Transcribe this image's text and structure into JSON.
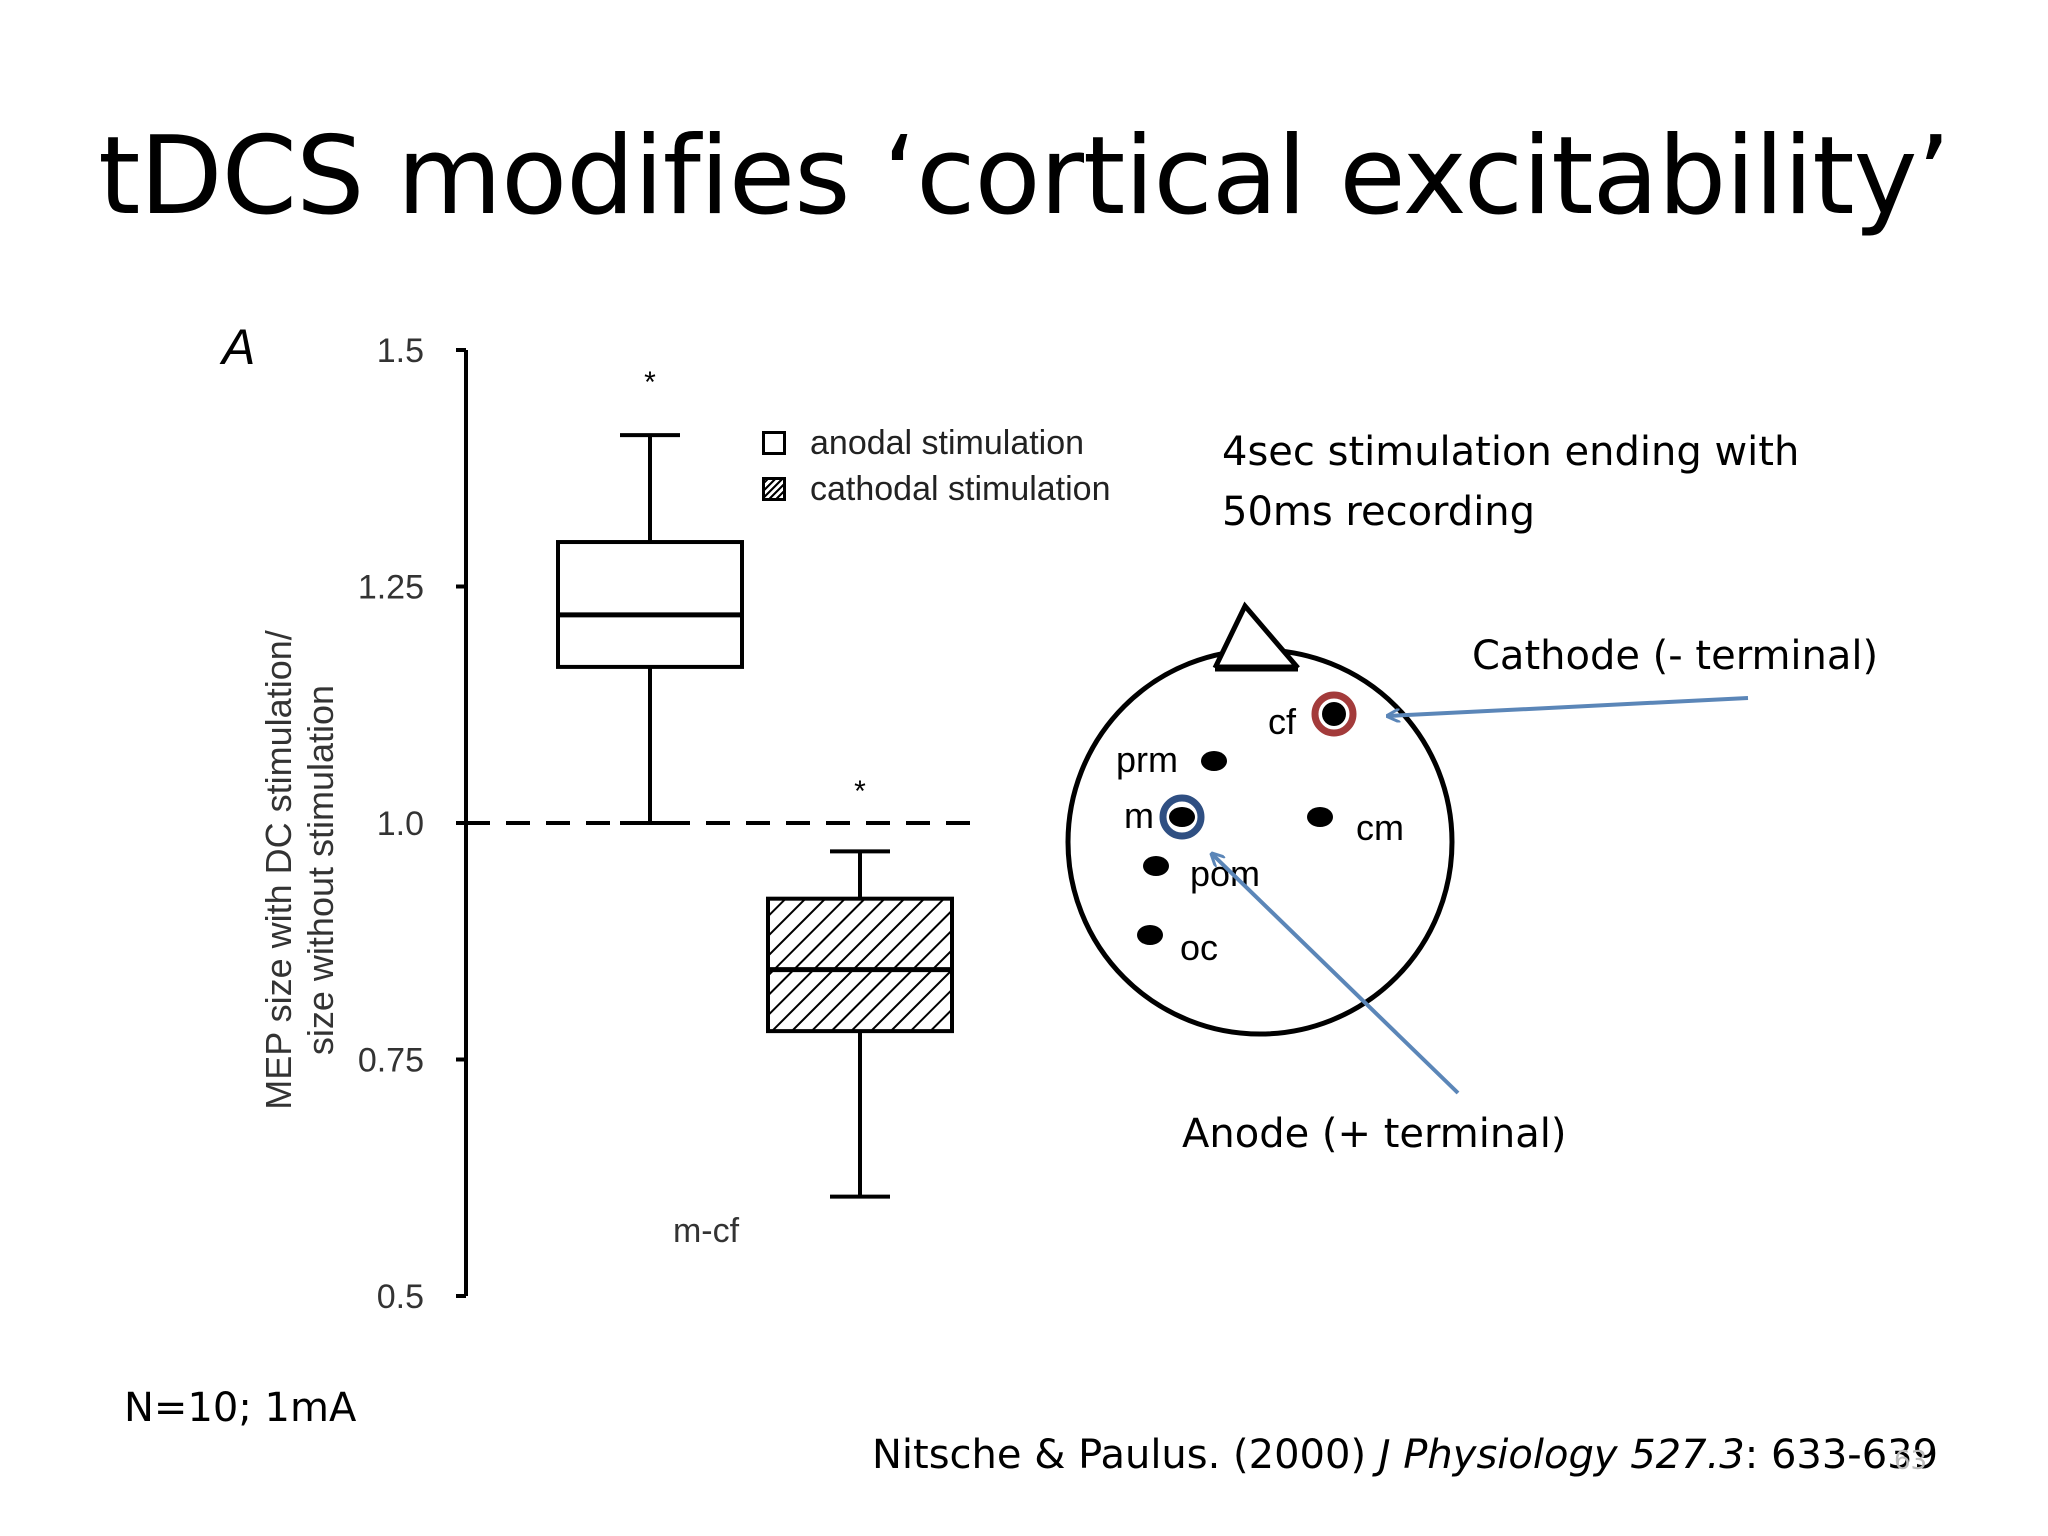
{
  "slide": {
    "title": "tDCS modifies ‘cortical excitability’",
    "panel_letter": "A",
    "stimulation_note": [
      "4sec stimulation ending with",
      "50ms recording"
    ],
    "cathode_label": "Cathode (- terminal)",
    "anode_label": "Anode (+ terminal)",
    "sample_note": "N=10; 1mA",
    "reference": {
      "authors_year": "Nitsche & Paulus. (2000) ",
      "journal": "J Physiology 527.3",
      "pages": ": 633-639"
    },
    "slide_number": "63",
    "colors": {
      "cathode_ring": "#a33b3b",
      "anode_ring": "#2f4f82",
      "arrow": "#5b86b8"
    }
  },
  "chart_data": {
    "type": "box",
    "ylabel_lines": [
      "MEP size with DC stimulation/",
      "size without stimulation"
    ],
    "xlabel": "m-cf",
    "ylim": [
      0.5,
      1.5
    ],
    "yticks": [
      0.5,
      0.75,
      1.0,
      1.25,
      1.5
    ],
    "ytick_labels": [
      "0.5",
      "0.75",
      "1.0",
      "1.25",
      "1.5"
    ],
    "reference_line": 1.0,
    "legend": [
      "anodal stimulation",
      "cathodal stimulation"
    ],
    "series": [
      {
        "name": "anodal stimulation",
        "whisker_low": 1.0,
        "q1": 1.165,
        "median": 1.22,
        "q3": 1.297,
        "whisker_high": 1.41,
        "significance": "*",
        "hatched": false
      },
      {
        "name": "cathodal stimulation",
        "whisker_low": 0.605,
        "q1": 0.78,
        "median": 0.845,
        "q3": 0.92,
        "whisker_high": 0.97,
        "significance": "*",
        "hatched": true
      }
    ]
  },
  "head_diagram": {
    "electrodes": [
      {
        "label": "cf",
        "role": "cathode"
      },
      {
        "label": "prm",
        "role": null
      },
      {
        "label": "m",
        "role": "anode"
      },
      {
        "label": "cm",
        "role": null
      },
      {
        "label": "pom",
        "role": null
      },
      {
        "label": "oc",
        "role": null
      }
    ]
  }
}
